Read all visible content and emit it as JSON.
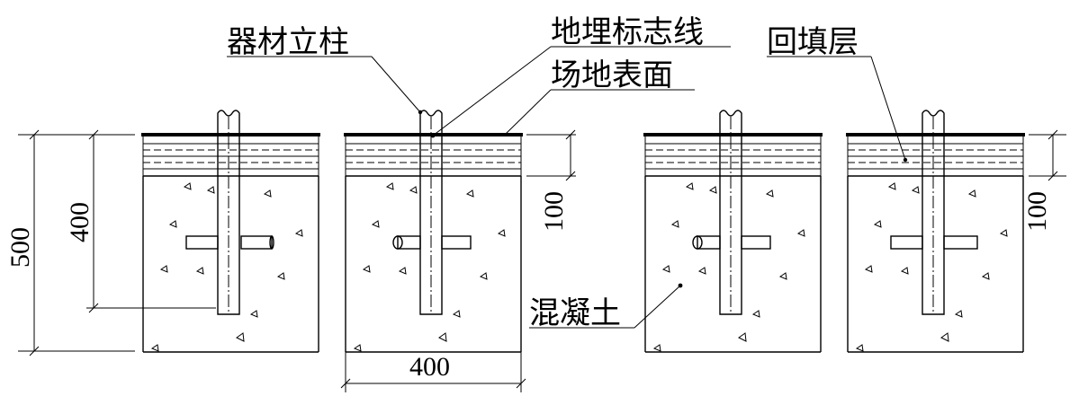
{
  "labels": {
    "post": "器材立柱",
    "marker": "地埋标志线",
    "surface": "场地表面",
    "backfill": "回填层",
    "concrete": "混凝土"
  },
  "dimensions": {
    "total_depth": "500",
    "post_depth": "400",
    "backfill_depth_left": "100",
    "backfill_depth_right": "100",
    "foundation_width": "400"
  },
  "colors": {
    "line": "#000000",
    "background": "#ffffff"
  }
}
